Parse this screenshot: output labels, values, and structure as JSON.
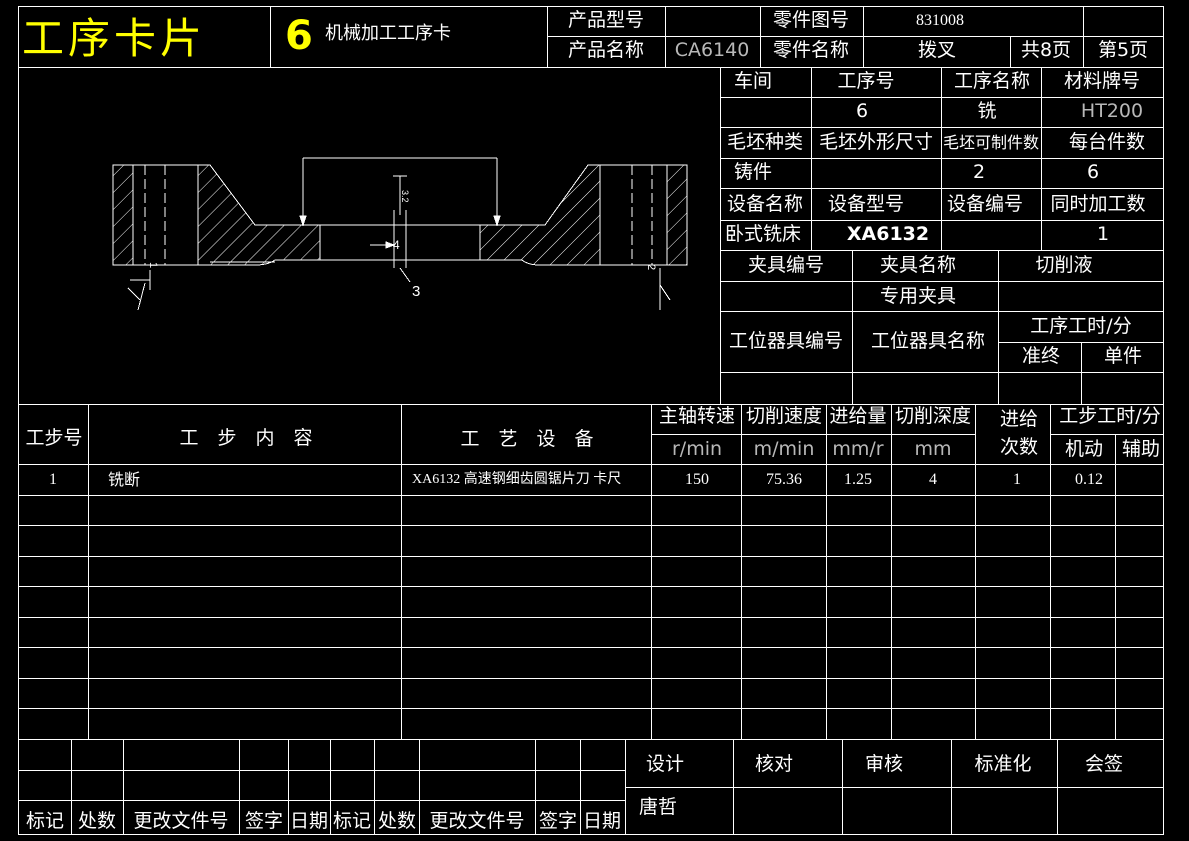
{
  "header": {
    "card_title": "工序卡片",
    "op_number": "6",
    "card_subtitle": "机械加工工序卡",
    "product_model_label": "产品型号",
    "product_model_value": "",
    "part_drawing_no_label": "零件图号",
    "part_drawing_no_value": "831008",
    "product_name_label": "产品名称",
    "product_name_value": "CA6140",
    "part_name_label": "零件名称",
    "part_name_value": "拨叉",
    "total_pages": "共8页",
    "page_no": "第5页"
  },
  "info": {
    "workshop_label": "车间",
    "op_no_label": "工序号",
    "op_name_label": "工序名称",
    "material_label": "材料牌号",
    "workshop_value": "",
    "op_no_value": "6",
    "op_name_value": "铣",
    "material_value": "HT200",
    "blank_type_label": "毛坯种类",
    "blank_size_label": "毛坯外形尺寸",
    "blank_count_label": "毛坯可制件数",
    "per_unit_label": "每台件数",
    "blank_type_value": "铸件",
    "blank_size_value": "",
    "blank_count_value": "2",
    "per_unit_value": "6",
    "equip_name_label": "设备名称",
    "equip_model_label": "设备型号",
    "equip_no_label": "设备编号",
    "simul_label": "同时加工数",
    "equip_name_value": "卧式铣床",
    "equip_model_value": "XA6132",
    "equip_no_value": "",
    "simul_value": "1",
    "fixture_no_label": "夹具编号",
    "fixture_name_label": "夹具名称",
    "coolant_label": "切削液",
    "fixture_no_value": "",
    "fixture_name_value": "专用夹具",
    "coolant_value": "",
    "station_tool_no_label": "工位器具编号",
    "station_tool_name_label": "工位器具名称",
    "op_time_label": "工序工时/分",
    "prep_label": "准终",
    "unit_label": "单件"
  },
  "drawing": {
    "dim_depth": "4",
    "callout": "3",
    "roughness_label": "3.2",
    "datum_left": "1",
    "datum_right": "2"
  },
  "steps": {
    "headers": {
      "step_no": "工步号",
      "content": "工　步　内　容",
      "equipment": "工　艺　设　备",
      "spindle_speed": "主轴转速",
      "cut_speed": "切削速度",
      "feed": "进给量",
      "depth": "切削深度",
      "passes": "进给\n次数",
      "passes_1": "进给",
      "passes_2": "次数",
      "step_time": "工步工时/分",
      "machine": "机动",
      "aux": "辅助"
    },
    "units": {
      "spindle_speed": "r/min",
      "cut_speed": "m/min",
      "feed": "mm/r",
      "depth": "mm"
    },
    "rows": [
      {
        "no": "1",
        "content": "铣断",
        "equipment": "XA6132 高速钢细齿圆锯片刀 卡尺",
        "spindle_speed": "150",
        "cut_speed": "75.36",
        "feed": "1.25",
        "depth": "4",
        "passes": "1",
        "machine": "0.12",
        "aux": ""
      }
    ]
  },
  "footer": {
    "mark": "标记",
    "count": "处数",
    "change_doc": "更改文件号",
    "sign": "签字",
    "date": "日期",
    "design": "设计",
    "check": "核对",
    "review": "审核",
    "standard": "标准化",
    "countersign": "会签",
    "designer": "唐哲"
  },
  "colors": {
    "background": "#000000",
    "lines": "#ffffff",
    "title": "#ffff00",
    "grey_text": "#b8b8b8"
  }
}
